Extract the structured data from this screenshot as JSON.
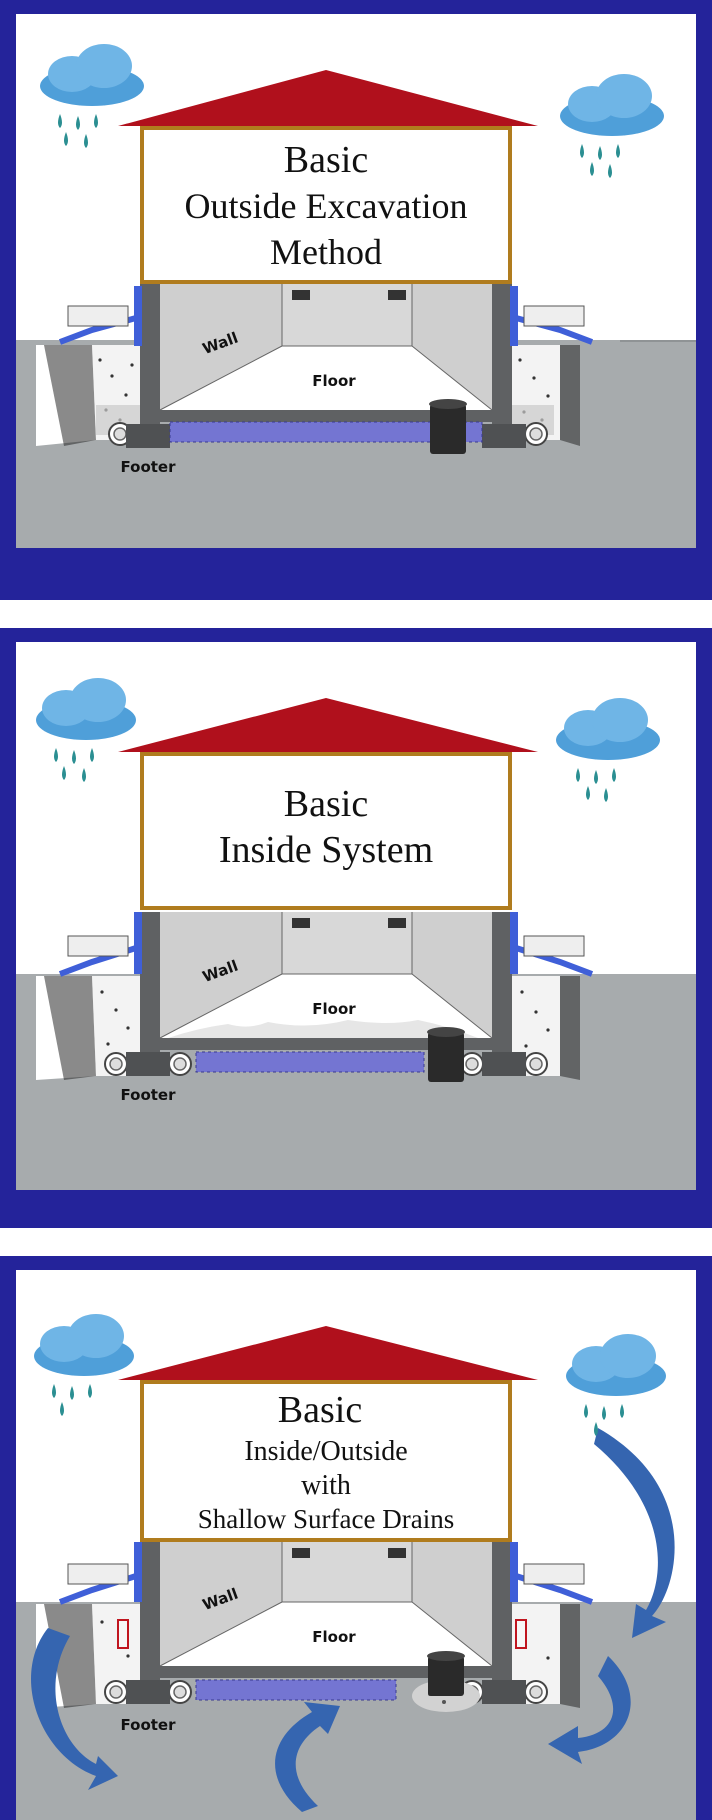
{
  "colors": {
    "frame": "#24239a",
    "sky": "#ffffff",
    "ground": "#a7abad",
    "roof": "#b0101c",
    "title_border": "#b07c1e",
    "wall_gray": "#5f6163",
    "drain_stone": "#6b6bd8",
    "water": "#3f5fd8",
    "arrow": "#3565b0",
    "cloud": "#4f9fd9"
  },
  "panels": [
    {
      "title_lines": [
        "Basic",
        "Outside Excavation",
        "Method"
      ],
      "labels": {
        "wall": "Wall",
        "floor": "Floor",
        "footer": "Footer"
      }
    },
    {
      "title_lines": [
        "Basic",
        "Inside System"
      ],
      "labels": {
        "wall": "Wall",
        "floor": "Floor",
        "footer": "Footer"
      }
    },
    {
      "title_lines": [
        "Basic",
        "Inside/Outside",
        "with",
        "Shallow Surface Drains"
      ],
      "labels": {
        "wall": "Wall",
        "floor": "Floor",
        "footer": "Footer"
      }
    }
  ]
}
